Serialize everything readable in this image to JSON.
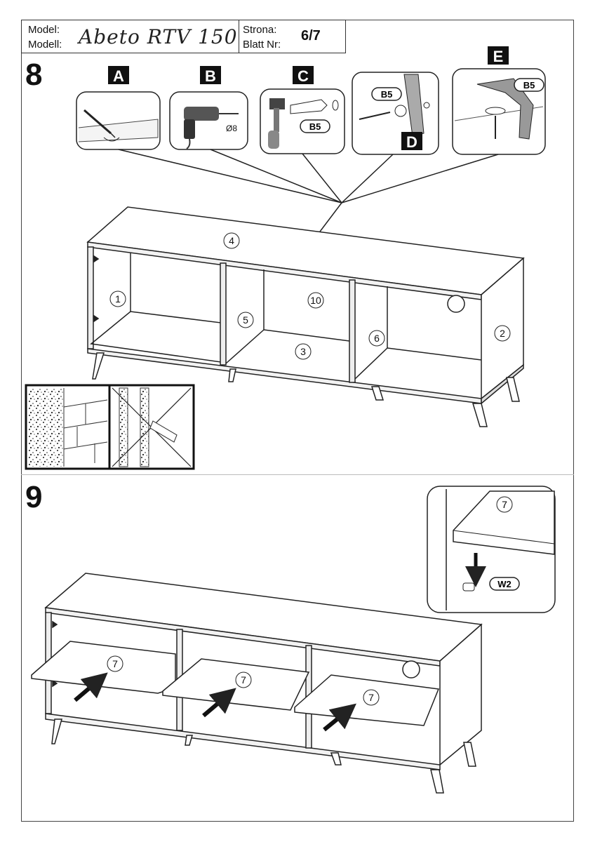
{
  "header": {
    "model_label_1": "Model:",
    "model_label_2": "Modell:",
    "model_name": "Abeto RTV 150",
    "page_label_1": "Strona:",
    "page_label_2": "Blatt Nr:",
    "page_number": "6/7"
  },
  "step8": {
    "number": "8",
    "detail_letters": [
      "A",
      "B",
      "C",
      "D",
      "E"
    ],
    "drill_size": "Ø8",
    "fitting_label": "B5",
    "part_numbers": {
      "top": "4",
      "left_side": "1",
      "right_side": "2",
      "bottom": "3",
      "back": "10",
      "divider_left": "5",
      "divider_right": "6"
    }
  },
  "step9": {
    "number": "9",
    "part_number": "7",
    "fitting_label": "W2"
  }
}
